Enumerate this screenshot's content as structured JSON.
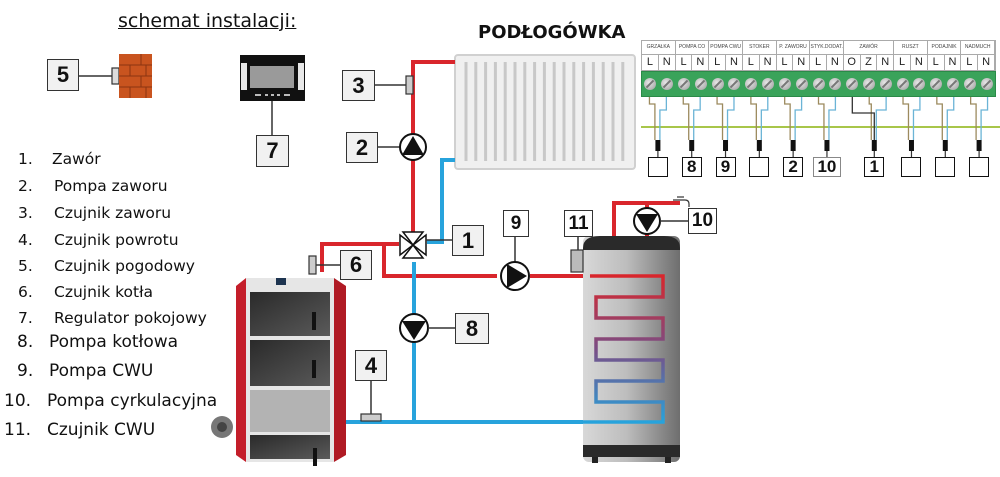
{
  "title": "schemat instalacji:",
  "heading": "PODŁOGÓWKA",
  "legend": [
    {
      "num": "1.",
      "label": "Zawór"
    },
    {
      "num": "2.",
      "label": "Pompa zaworu"
    },
    {
      "num": "3.",
      "label": "Czujnik zaworu"
    },
    {
      "num": "4.",
      "label": "Czujnik powrotu"
    },
    {
      "num": "5.",
      "label": "Czujnik pogodowy"
    },
    {
      "num": "6.",
      "label": "Czujnik kotła"
    },
    {
      "num": "7.",
      "label": "Regulator pokojowy"
    },
    {
      "num": "8.",
      "label": "Pompa kotłowa"
    },
    {
      "num": "9.",
      "label": "Pompa CWU"
    },
    {
      "num": "10.",
      "label": "Pompa cyrkulacyjna"
    },
    {
      "num": "11.",
      "label": "Czujnik CWU"
    }
  ],
  "callouts": {
    "valve": "1",
    "valve_pump": "2",
    "valve_sensor": "3",
    "return_sensor": "4",
    "weather_sensor": "5",
    "boiler_sensor": "6",
    "room_regulator": "7",
    "boiler_pump": "8",
    "dhw_pump": "9",
    "circulation_pump": "10",
    "dhw_sensor": "11"
  },
  "terminal_strip": {
    "groups": [
      {
        "name": "GRZAŁKA",
        "pins": [
          "L",
          "N"
        ],
        "output": ""
      },
      {
        "name": "POMPA CO",
        "pins": [
          "L",
          "N"
        ],
        "output": "8"
      },
      {
        "name": "POMPA CWU",
        "pins": [
          "L",
          "N"
        ],
        "output": "9"
      },
      {
        "name": "STOKER",
        "pins": [
          "L",
          "N"
        ],
        "output": ""
      },
      {
        "name": "P. ZAWORU",
        "pins": [
          "L",
          "N"
        ],
        "output": "2"
      },
      {
        "name": "STYK.DODAT.",
        "pins": [
          "L",
          "N"
        ],
        "output": "10"
      },
      {
        "name": "ZAWÓR",
        "pins": [
          "O",
          "Z",
          "N"
        ],
        "output": "1"
      },
      {
        "name": "RUSZT",
        "pins": [
          "L",
          "N"
        ],
        "output": ""
      },
      {
        "name": "PODAJNIK",
        "pins": [
          "L",
          "N"
        ],
        "output": ""
      },
      {
        "name": "NADMUCH",
        "pins": [
          "L",
          "N"
        ],
        "output": ""
      }
    ]
  },
  "colors": {
    "hot_pipe": "#d9262c",
    "cold_pipe": "#27a3dc",
    "boiler_red": "#c41e2a",
    "brick": "#c9541f",
    "terminal_green": "#3aa35a",
    "ground_wire": "#a8c64a"
  },
  "icons": {
    "weather_sensor": "brick-wall-icon",
    "room_regulator": "thermostat-icon",
    "radiator": "radiator-icon",
    "boiler": "boiler-icon",
    "tank": "water-tank-icon",
    "tap": "faucet-icon",
    "pump": "pump-icon",
    "valve": "four-way-valve-icon"
  }
}
